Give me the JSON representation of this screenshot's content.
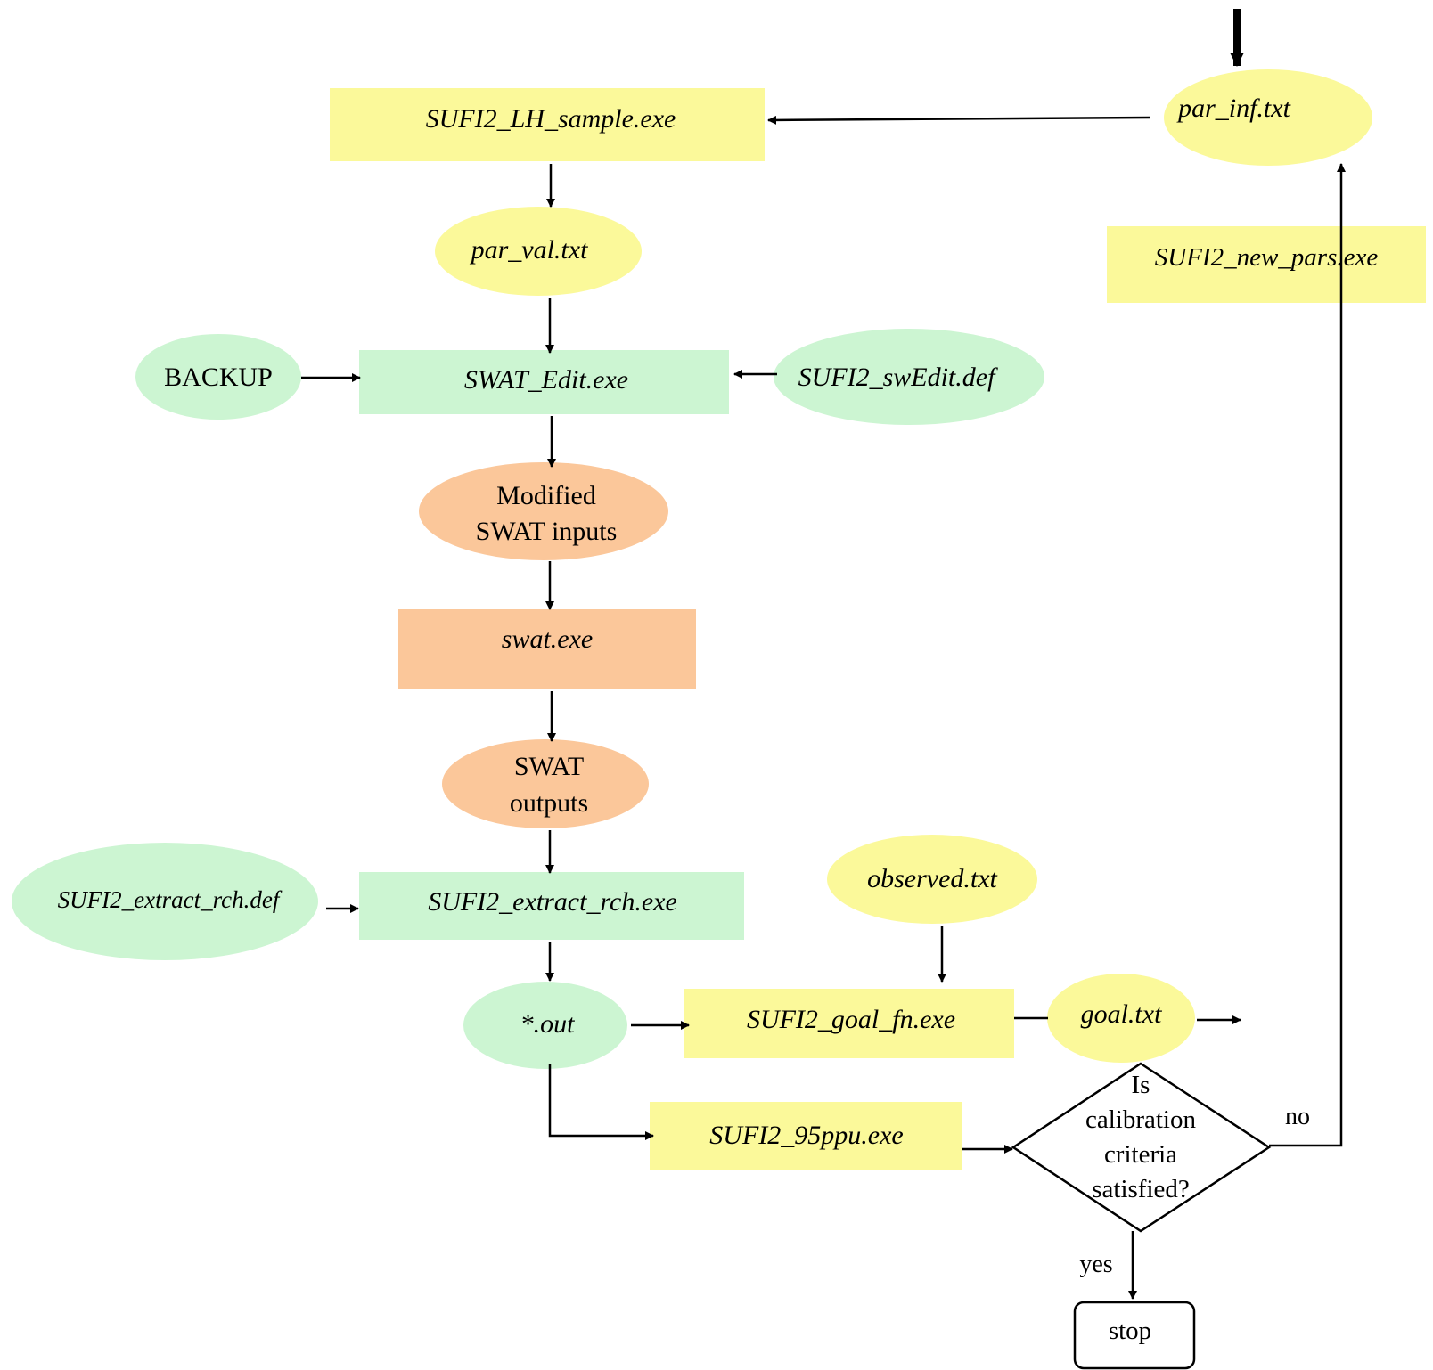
{
  "colors": {
    "yellow": "#fbf99a",
    "green": "#ccf5d2",
    "orange": "#fbc79a",
    "line": "#000000"
  },
  "nodes": {
    "lh_sample": "SUFI2_LH_sample.exe",
    "par_inf": "par_inf.txt",
    "par_val": "par_val.txt",
    "new_pars": "SUFI2_new_pars.exe",
    "backup": "BACKUP",
    "swat_edit": "SWAT_Edit.exe",
    "swedit_def": "SUFI2_swEdit.def",
    "modified_inputs": [
      "Modified",
      "SWAT inputs"
    ],
    "swat_exe": "swat.exe",
    "swat_outputs": [
      "SWAT",
      "outputs"
    ],
    "extract_def": "SUFI2_extract_rch.def",
    "extract_exe": "SUFI2_extract_rch.exe",
    "observed": "observed.txt",
    "out": "*.out",
    "goal_fn": "SUFI2_goal_fn.exe",
    "goal_txt": "goal.txt",
    "ppu": "SUFI2_95ppu.exe",
    "decision": [
      "Is",
      "calibration",
      "criteria",
      "satisfied?"
    ],
    "no_label": "no",
    "yes_label": "yes",
    "stop": "stop"
  }
}
